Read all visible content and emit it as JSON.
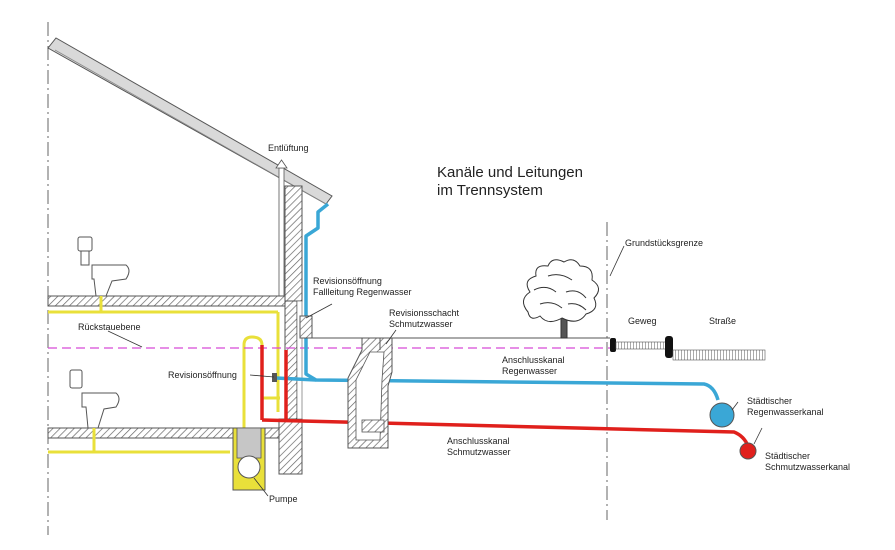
{
  "title": {
    "line1": "Kanäle und Leitungen",
    "line2": "im Trennsystem"
  },
  "labels": {
    "entlueftung": "Entlüftung",
    "revisionsoeffnung_fallleitung_1": "Revisionsöffnung",
    "revisionsoeffnung_fallleitung_2": "Fallleitung Regenwasser",
    "revisionsschacht_1": "Revisionsschacht",
    "revisionsschacht_2": "Schmutzwasser",
    "rueckstauebene": "Rückstauebene",
    "revisionsoeffnung": "Revisionsöffnung",
    "anschlusskanal_regen_1": "Anschlusskanal",
    "anschlusskanal_regen_2": "Regenwasser",
    "anschlusskanal_schmutz_1": "Anschlusskanal",
    "anschlusskanal_schmutz_2": "Schmutzwasser",
    "pumpe": "Pumpe",
    "grundstuecksgrenze": "Grundstücksgrenze",
    "geweg": "Geweg",
    "strasse": "Straße",
    "staedt_regen_1": "Städtischer",
    "staedt_regen_2": "Regenwasserkanal",
    "staedt_schmutz_1": "Städtischer",
    "staedt_schmutz_2": "Schmutzwasserkanal"
  },
  "colors": {
    "rainwater": "#3aa7d6",
    "wastewater": "#e0201c",
    "lowpipe": "#e9e03a",
    "backflow": "#d64ad6",
    "structure": "#555555"
  }
}
